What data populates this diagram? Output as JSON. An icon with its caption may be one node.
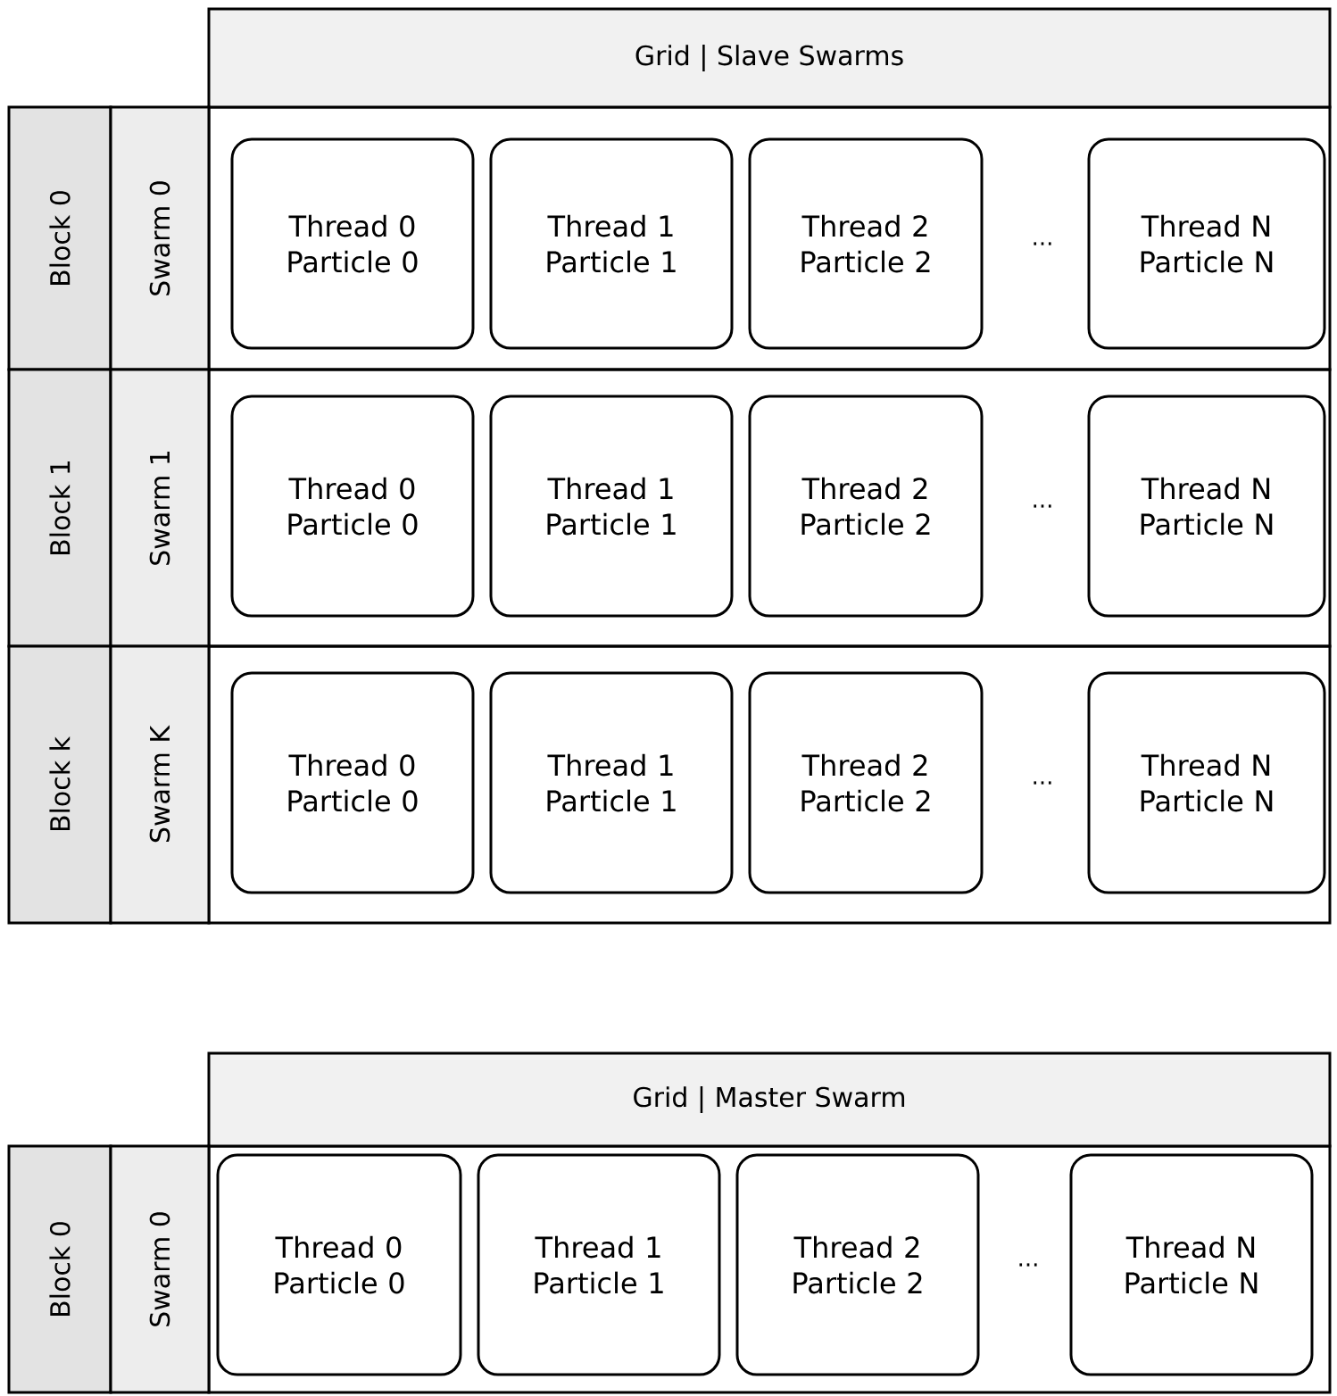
{
  "diagram": {
    "nodes": [
      {
        "text": [
          "Grid | Slave Swarms"
        ]
      },
      {
        "text": [
          "Block 0"
        ]
      },
      {
        "text": [
          "Swarm 0"
        ]
      },
      {
        "text": [],
        "shape": "box"
      },
      {
        "text": [
          "Thread 0 Particle 0"
        ],
        "in": 3
      },
      {
        "text": [
          "Thread 1 Particle 1"
        ],
        "in": 3
      },
      {
        "text": [
          "Thread 2 Particle 2"
        ],
        "in": 3
      },
      {
        "text": [
          "Thread N Particle N"
        ],
        "in": 3
      },
      {
        "text": [
          "Block 1"
        ]
      },
      {
        "text": [
          "Swarm 1"
        ]
      },
      {
        "text": [],
        "shape": "box"
      },
      {
        "text": [
          "Thread 0 Particle 0"
        ],
        "in": 10
      },
      {
        "text": [
          "Thread 1 Particle 1"
        ],
        "in": 10
      },
      {
        "text": [
          "Thread 2 Particle 2"
        ],
        "in": 10
      },
      {
        "text": [
          "Thread N Particle N"
        ],
        "in": 10
      },
      {
        "text": [
          "Block k"
        ]
      },
      {
        "text": [
          "Swarm K"
        ]
      },
      {
        "text": [],
        "shape": "box"
      },
      {
        "text": [
          "Thread 0 Particle 0"
        ],
        "in": 17
      },
      {
        "text": [
          "Thread 1 Particle 1"
        ],
        "in": 17
      },
      {
        "text": [
          "Thread 2 Particle 2"
        ],
        "in": 17
      },
      {
        "text": [
          "Thread N Particle N"
        ],
        "in": 17
      },
      {
        "text": [
          "Grid | Master Swarm"
        ]
      },
      {
        "text": [
          "Block 0"
        ]
      },
      {
        "text": [
          "Swarm 0"
        ]
      },
      {
        "text": [],
        "shape": "box"
      },
      {
        "text": [
          "Thread 0 Particle 0"
        ],
        "in": 25
      },
      {
        "text": [
          "Thread 1 Particle 1"
        ],
        "in": 25
      },
      {
        "text": [
          "Thread 2 Particle 2"
        ],
        "in": 25
      },
      {
        "text": [
          "Thread N Particle N"
        ],
        "in": 25
      }
    ],
    "labels": [
      "...",
      "...",
      "...",
      "..."
    ]
  }
}
